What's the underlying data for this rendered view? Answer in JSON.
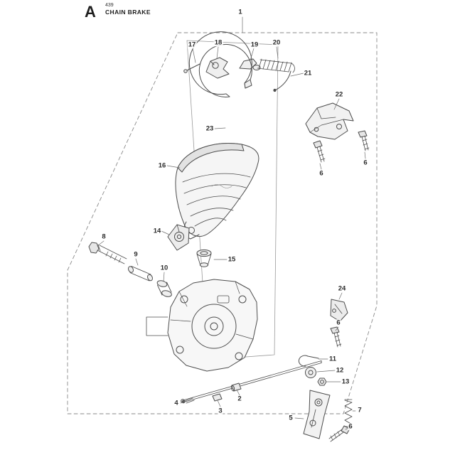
{
  "header": {
    "section_letter": "A",
    "model_number": "439",
    "section_title": "CHAIN BRAKE"
  },
  "diagram": {
    "style": {
      "line_color": "#4d4d4d",
      "boundary_color": "#8a8a8a",
      "fill_light": "#f2f2f2"
    },
    "callouts": [
      {
        "text": "1",
        "points_to": "chain-brake-assembly"
      },
      {
        "text": "17",
        "points_to": "pin"
      },
      {
        "text": "18",
        "points_to": "trigger-lever"
      },
      {
        "text": "19",
        "points_to": "knee-joint"
      },
      {
        "text": "20",
        "points_to": "tension-spring"
      },
      {
        "text": "21",
        "points_to": "spring-end"
      },
      {
        "text": "22",
        "points_to": "cover-bracket"
      },
      {
        "text": "23",
        "points_to": "brake-band"
      },
      {
        "text": "16",
        "points_to": "hand-guard-lever"
      },
      {
        "text": "6",
        "points_to": "screw"
      },
      {
        "text": "6",
        "points_to": "screw"
      },
      {
        "text": "8",
        "points_to": "bolt"
      },
      {
        "text": "14",
        "points_to": "bracket"
      },
      {
        "text": "9",
        "points_to": "pin"
      },
      {
        "text": "15",
        "points_to": "bushing-cone"
      },
      {
        "text": "10",
        "points_to": "sleeve"
      },
      {
        "text": "24",
        "points_to": "latch"
      },
      {
        "text": "6",
        "points_to": "screw"
      },
      {
        "text": "11",
        "points_to": "spring-clip"
      },
      {
        "text": "12",
        "points_to": "washer"
      },
      {
        "text": "13",
        "points_to": "nut"
      },
      {
        "text": "4",
        "points_to": "clip"
      },
      {
        "text": "3",
        "points_to": "bushing"
      },
      {
        "text": "2",
        "points_to": "sleeve"
      },
      {
        "text": "5",
        "points_to": "side-plate"
      },
      {
        "text": "7",
        "points_to": "spring"
      },
      {
        "text": "6",
        "points_to": "screw"
      }
    ]
  }
}
